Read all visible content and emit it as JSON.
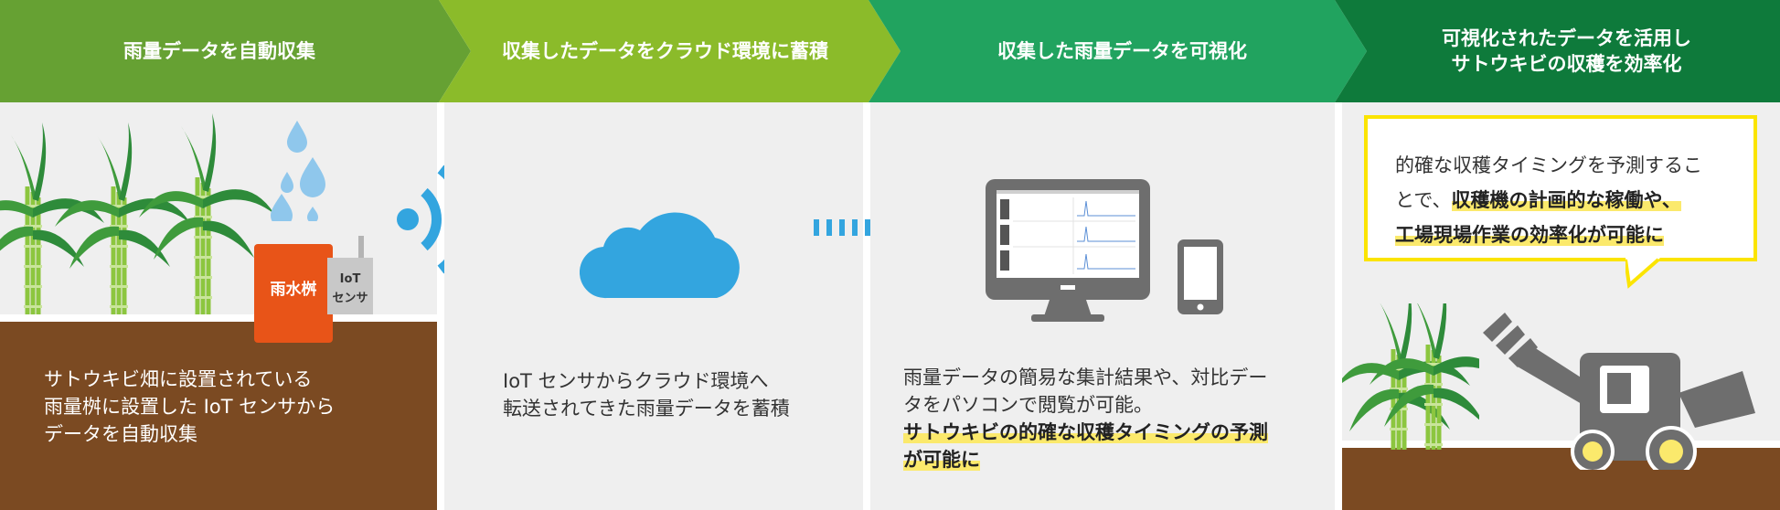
{
  "steps": [
    {
      "label": "雨量データを自動収集",
      "color": "#66a133"
    },
    {
      "label": "収集したデータをクラウド環境に蓄積",
      "color": "#8bbb2a"
    },
    {
      "label": "収集した雨量データを可視化",
      "color": "#21a35f"
    },
    {
      "label": "可視化されたデータを活用し\nサトウキビの収穫を効率化",
      "color": "#0e7a3b"
    }
  ],
  "panel1": {
    "box_label": "雨水桝",
    "sensor_label_1": "IoT",
    "sensor_label_2": "センサ",
    "desc_lines": [
      "サトウキビ畑に設置されている",
      "雨量桝に設置した IoT センサから",
      "データを自動収集"
    ]
  },
  "panel2": {
    "desc_lines": [
      "IoT センサからクラウド環境へ",
      "転送されてきた雨量データを蓄積"
    ]
  },
  "panel3": {
    "desc_lines": [
      "雨量データの簡易な集計結果や、対比デー",
      "タをパソコンで閲覧が可能。"
    ],
    "highlight_lines": [
      "サトウキビの的確な収穫タイミングの予測",
      "が可能に"
    ]
  },
  "panel4": {
    "bubble_plain_1": "的確な収穫タイミングを予測するこ",
    "bubble_plain_2": "とで、",
    "bubble_hl_1": "収穫機の計画的な稼働や、",
    "bubble_hl_2": "工場現場作業の効率化が可能に"
  },
  "colors": {
    "soil": "#7b4a22",
    "cloud": "#33a5df",
    "signal": "#33a5df",
    "rain_box": "#e85418",
    "sensor": "#c8c8c8",
    "device": "#6e6e6e",
    "bubble_border": "#fbe400",
    "highlight": "#fbe96c",
    "cane_light": "#8cc63f",
    "cane_dark": "#2e8b3a"
  },
  "icons": [
    "sugarcane-icon",
    "rain-drop-icon",
    "wifi-signal-icon",
    "cloud-icon",
    "data-transfer-icon",
    "monitor-icon",
    "smartphone-icon",
    "harvester-icon"
  ]
}
